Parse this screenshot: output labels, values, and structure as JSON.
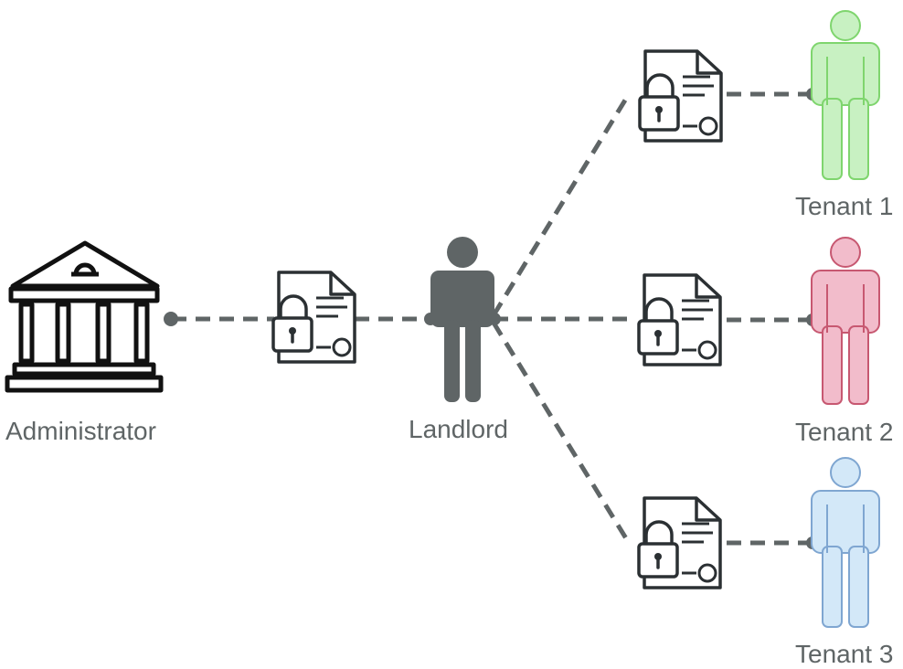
{
  "nodes": {
    "administrator": {
      "label": "Administrator"
    },
    "landlord": {
      "label": "Landlord",
      "color": "#5f6566"
    },
    "tenants": [
      {
        "label": "Tenant 1",
        "fill": "#c8f1c2",
        "stroke": "#7fd56e"
      },
      {
        "label": "Tenant 2",
        "fill": "#f2bccb",
        "stroke": "#c75871"
      },
      {
        "label": "Tenant 3",
        "fill": "#d3e8f8",
        "stroke": "#7fa6d1"
      }
    ]
  },
  "icons": {
    "administrator": "bank-building-icon",
    "contract": "locked-contract-document-icon",
    "person": "person-icon"
  },
  "colors": {
    "connector": "#5f6566",
    "icon_stroke": "#2b3033",
    "text": "#5f6566"
  }
}
